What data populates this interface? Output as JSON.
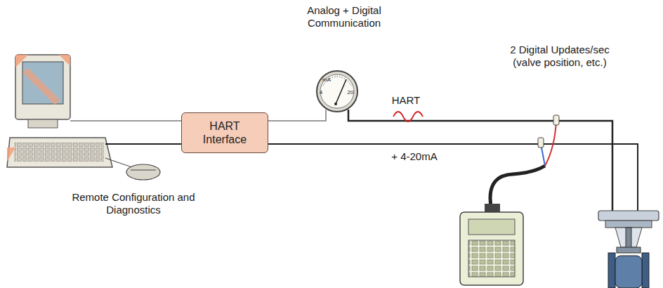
{
  "diagram": {
    "nodes": [
      {
        "text": [
          "HART Interface"
        ]
      }
    ],
    "labels": [
      "Analog + Digital Communication",
      "4",
      "mA",
      "20",
      "HART",
      "2 Digital Updates/sec (valve position, etc.)",
      "+ 4-20mA",
      "Remote Configuration and Diagnostics"
    ]
  }
}
